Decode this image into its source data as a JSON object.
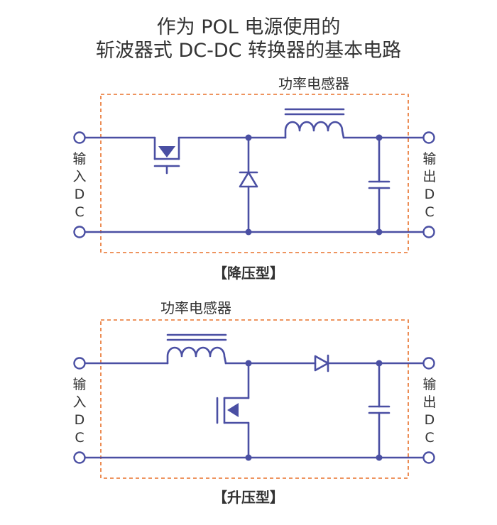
{
  "title": {
    "line1": "作为 POL 电源使用的",
    "line2": "斩波器式 DC-DC 转换器的基本电路"
  },
  "colors": {
    "wire": "#4a4fa3",
    "frame": "#e8702a",
    "text": "#333333"
  },
  "buck": {
    "inductor_label": "功率电感器",
    "input_label": [
      "输",
      "入",
      "D",
      "C"
    ],
    "output_label": [
      "输",
      "出",
      "D",
      "C"
    ],
    "caption": "【降压型】"
  },
  "boost": {
    "inductor_label": "功率电感器",
    "input_label": [
      "输",
      "入",
      "D",
      "C"
    ],
    "output_label": [
      "输",
      "出",
      "D",
      "C"
    ],
    "caption": "【升压型】"
  }
}
